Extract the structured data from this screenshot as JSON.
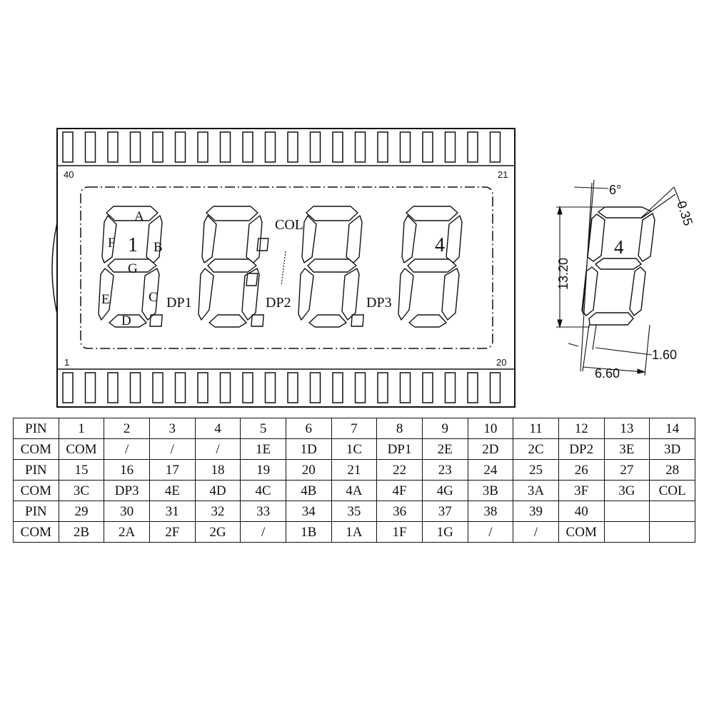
{
  "diagram": {
    "pin_label_40": "40",
    "pin_label_21": "21",
    "pin_label_1": "1",
    "pin_label_20": "20",
    "segment_letters": [
      "A",
      "B",
      "C",
      "D",
      "E",
      "F",
      "G"
    ],
    "digit_label_1": "1",
    "digit_label_4": "4",
    "col_label": "COL",
    "dp_labels": [
      "DP1",
      "DP2",
      "DP3"
    ],
    "side_view": {
      "angle": "6°",
      "thickness": "0.35",
      "height": "13.20",
      "segment_width": "1.60",
      "digit_width": "6.60",
      "digit_label": "4"
    }
  },
  "pin_table": [
    [
      "PIN",
      "1",
      "2",
      "3",
      "4",
      "5",
      "6",
      "7",
      "8",
      "9",
      "10",
      "11",
      "12",
      "13",
      "14"
    ],
    [
      "COM",
      "COM",
      "/",
      "/",
      "/",
      "1E",
      "1D",
      "1C",
      "DP1",
      "2E",
      "2D",
      "2C",
      "DP2",
      "3E",
      "3D"
    ],
    [
      "PIN",
      "15",
      "16",
      "17",
      "18",
      "19",
      "20",
      "21",
      "22",
      "23",
      "24",
      "25",
      "26",
      "27",
      "28"
    ],
    [
      "COM",
      "3C",
      "DP3",
      "4E",
      "4D",
      "4C",
      "4B",
      "4A",
      "4F",
      "4G",
      "3B",
      "3A",
      "3F",
      "3G",
      "COL"
    ],
    [
      "PIN",
      "29",
      "30",
      "31",
      "32",
      "33",
      "34",
      "35",
      "36",
      "37",
      "38",
      "39",
      "40",
      "",
      ""
    ],
    [
      "COM",
      "2B",
      "2A",
      "2F",
      "2G",
      "/",
      "1B",
      "1A",
      "1F",
      "1G",
      "/",
      "/",
      "COM",
      "",
      ""
    ]
  ]
}
